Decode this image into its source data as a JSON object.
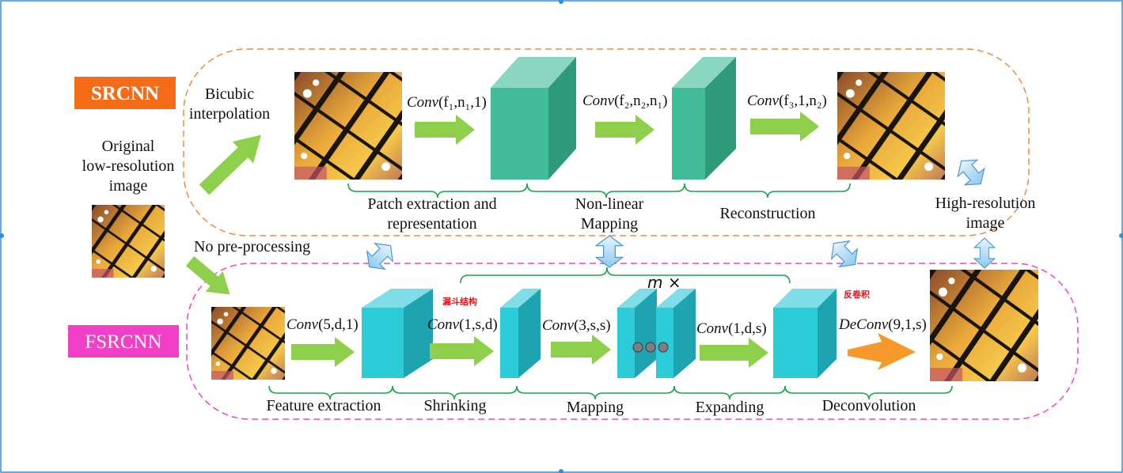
{
  "colors": {
    "srcnn_badge": "#f46c18",
    "fsrcnn_badge": "#f23fc8",
    "srcnn_border": "#f08a3c",
    "fsrcnn_border": "#ee44cc",
    "arrow_green": "#8ed04c",
    "arrow_orange": "#f5992a",
    "brace_green": "#1aa34a",
    "srcnn_block": "#40bd98",
    "fsrcnn_block": "#2ccbd8",
    "double_arrow": "#a9d6f2",
    "chinese_note": "#e0141a",
    "frame_line": "#2c8fe0"
  },
  "badges": {
    "srcnn": "SRCNN",
    "fsrcnn": "FSRCNN"
  },
  "input": {
    "line1": "Original",
    "line2": "low-resolution",
    "line3": "image",
    "image_icon": "butterfly-wing-image"
  },
  "srcnn": {
    "bicubic_line1": "Bicubic",
    "bicubic_line2": "interpolation",
    "conv1": {
      "name": "Conv",
      "args": "(f₁,n₁,1)"
    },
    "conv2": {
      "name": "Conv",
      "args": "(f₂,n₂,n₁)"
    },
    "conv3": {
      "name": "Conv",
      "args": "(f₃,1,n₂)"
    },
    "stage1_line1": "Patch extraction and",
    "stage1_line2": "representation",
    "stage2_line1": "Non-linear",
    "stage2_line2": "Mapping",
    "stage3": "Reconstruction"
  },
  "output": {
    "line1": "High-resolution",
    "line2": "image"
  },
  "fsrcnn": {
    "no_preprocessing": "No pre-processing",
    "conv1": {
      "name": "Conv",
      "args": "(5,d,1)"
    },
    "conv2": {
      "name": "Conv",
      "args": "(1,s,d)"
    },
    "conv3": {
      "name": "Conv",
      "args": "(3,s,s)"
    },
    "conv4": {
      "name": "Conv",
      "args": "(1,d,s)"
    },
    "deconv": {
      "name": "DeConv",
      "args": "(9,1,s)"
    },
    "repeat": "m ×",
    "note_shrinking": "漏斗结构",
    "note_deconv": "反卷积",
    "stages": [
      "Feature extraction",
      "Shrinking",
      "Mapping",
      "Expanding",
      "Deconvolution"
    ]
  }
}
